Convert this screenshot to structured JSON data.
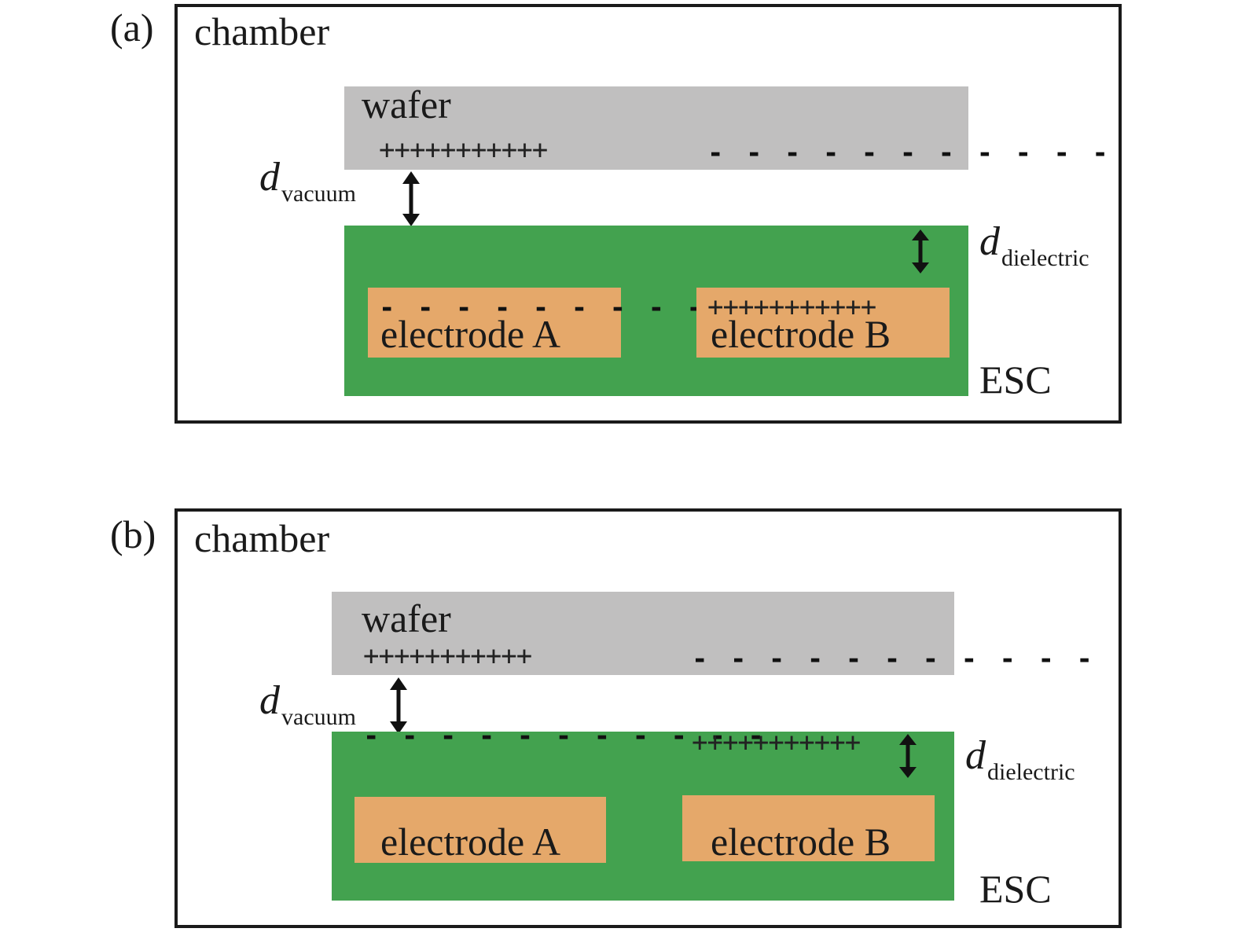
{
  "panels": [
    {
      "id": "a",
      "label": "(a)",
      "chamber_label": "chamber",
      "wafer_label": "wafer",
      "wafer_charges_left": "+++++++++++",
      "wafer_charges_right": "- - - - - - - - - - -",
      "vacuum_symbol": "d",
      "vacuum_subscript": "vacuum",
      "dielectric_symbol": "d",
      "dielectric_subscript": "dielectric",
      "electrode_a_label": "electrode A",
      "electrode_b_label": "electrode B",
      "electrode_a_charges": "- - - - - - - - - - -",
      "electrode_b_charges": "+++++++++++",
      "esc_label": "ESC"
    },
    {
      "id": "b",
      "label": "(b)",
      "chamber_label": "chamber",
      "wafer_label": "wafer",
      "wafer_charges_left": "+++++++++++",
      "wafer_charges_right": "- - - - - - - - - - -",
      "vacuum_symbol": "d",
      "vacuum_subscript": "vacuum",
      "dielectric_symbol": "d",
      "dielectric_subscript": "dielectric",
      "esc_surface_charges_left": "- - - - - - - - - - -",
      "esc_surface_charges_right": "+++++++++++",
      "electrode_a_label": "electrode A",
      "electrode_b_label": "electrode B",
      "esc_label": "ESC"
    }
  ],
  "colors": {
    "wafer": "#c0bfbf",
    "esc": "#43a24f",
    "electrode": "#e5a86a",
    "outline": "#1a1a1a"
  }
}
